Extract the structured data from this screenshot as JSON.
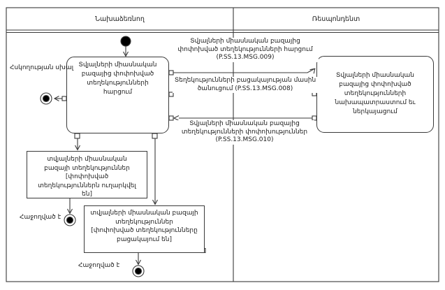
{
  "diagram": {
    "lanes": {
      "initiator": "Նախաձեռնող",
      "respondent": "Ռեսպոնդենտ"
    },
    "actions": {
      "request": "Տվյալների միասնական բազայից փոփոխված տեղեկությունների հարցում",
      "prepare": "Տվյալների միասնական բազայից փոփոխված տեղեկությունների նախապատրաստում եւ ներկայացում"
    },
    "objects": {
      "sent": "տվյալների միասնական բազայի տեղեկություններ [փոփոխված տեղեկություններն ուղարկվել են]",
      "absent_title": "տվյալների միասնական բազայի տեղեկություններ",
      "absent_state": "[փոփոխված տեղեկությունները բացակայում են]"
    },
    "messages": {
      "msg009": "Տվյալների միասնական բազայից փոփոխված տեղեկությունների հարցում (P.SS.13.MSG.009)",
      "msg008": "Տեղեկությունների բացակայության մասին ծանուցում (P.SS.13.MSG.008)",
      "msg010": "Տվյալների միասնական բազայից տեղեկությունների փոփոխություններ (P.SS.13.MSG.010)"
    },
    "outcomes": {
      "control_error": "Հսկողության սխալ",
      "success": "Հաջողված է"
    },
    "colors": {
      "line": "#333333",
      "node_fill": "#000000",
      "background": "#ffffff"
    }
  }
}
